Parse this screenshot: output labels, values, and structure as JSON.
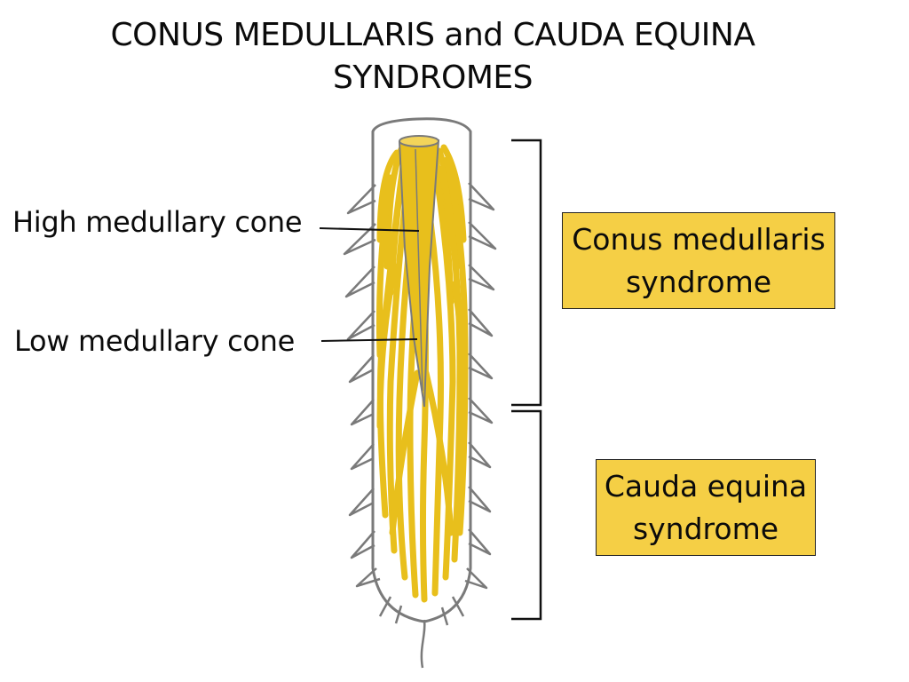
{
  "title": {
    "line1": "CONUS MEDULLARIS and CAUDA EQUINA",
    "line2": "SYNDROMES"
  },
  "labels": {
    "high_cone": "High medullary cone",
    "low_cone": "Low medullary cone"
  },
  "boxes": {
    "conus": {
      "line1": "Conus medullaris",
      "line2": "syndrome"
    },
    "cauda": {
      "line1": "Cauda equina",
      "line2": "syndrome"
    }
  },
  "colors": {
    "nerve_yellow": "#e8bf1c",
    "box_fill": "#f5cf45",
    "outline_gray": "#7a7a7a",
    "text": "#0b0b0b"
  }
}
